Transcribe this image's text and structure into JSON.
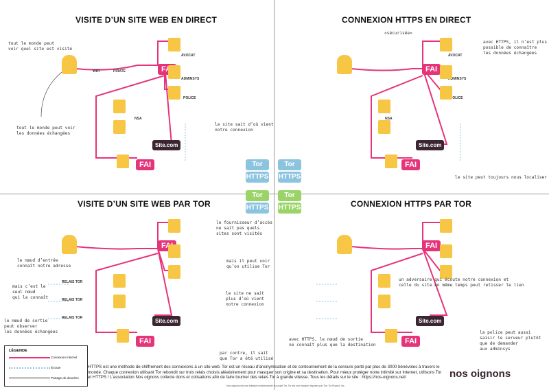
{
  "titles": {
    "q1": "VISITE D’UN SITE WEB EN DIRECT",
    "q2": "CONNEXION HTTPS EN DIRECT",
    "q3": "VISITE D’UN SITE WEB PAR TOR",
    "q4": "CONNEXION HTTPS PAR TOR"
  },
  "nodes": {
    "fai": "FAI",
    "site": "Site.com",
    "wifi": "WIFI",
    "pirate": "PIRATE",
    "avocat": "AVOCAT",
    "admin": "ADMINSYS",
    "police": "POLICE",
    "nsa": "NSA",
    "relais": "RELAIS TOR"
  },
  "badges": {
    "tor": "Tor",
    "https": "HTTPS"
  },
  "notes": {
    "q1_a": "tout le monde peut\nvoir quel site est visité",
    "q1_b": "tout le monde peut voir\nles données échangées",
    "q1_c": "le site sait d’où vient\nnotre connexion",
    "q2_a": "«sécurisée»",
    "q2_b": "avec HTTPS, il n’est plus\npossible de connaître\nles données échangées",
    "q2_c": "le site peut toujours nous localiser",
    "q3_a": "le fournisseur d’accès\nne sait pas quels\nsites sont visités",
    "q3_b": "mais il peut voir\nqu’on utilise Tor",
    "q3_c": "le nœud d’entrée\nconnaît notre adresse",
    "q3_d": "mais c’est le\nseul nœud\nqui la connaît",
    "q3_e": "le nœud de sortie\npeut observer\nles données échangées",
    "q3_f": "le site ne sait\nplus d’où vient\nnotre connexion",
    "q3_g": "par contre, il sait\nque Tor a été utilisé",
    "q4_a": "un adversaire qui écoute notre connexion et\ncelle du site en même temps peut retisser le lien",
    "q4_b": "avec HTTPS, le nœud de sortie\nne connaît plus que la destination",
    "q4_c": "la police peut aussi\nsaisir le serveur plutôt\nque de demander\naux adminsys"
  },
  "legend": {
    "title": "LÉGENDE",
    "internet": "Connexion Internet",
    "ecoute": "Écoute",
    "partage": "Partage de données"
  },
  "footer": {
    "text": "HTTPS est une méthode de chiffrement des connexions à un site web. Tor est un réseau d’anonymisation et de contournement de la censure porté par plus de 3000 bénévoles à travers le monde. Chaque connexion utilisant Tor rebondit sur trois relais choisis aléatoirement pour masquer son origine et sa destination. Pour mieux protéger notre intimité sur Internet, utilisons Tor et HTTPS ! L’association Nos oignons collecte dons et cotisations afin de faire tourner des relais Tor à grande vitesse. Tous les détails sur le site : https://nos-oignons.net/",
    "small": "Nos oignons est une initiative indépendante du projet Tor. Tor est une marque déposée par The Tor Project, Inc.",
    "logo": "nos oignons"
  },
  "colors": {
    "pink": "#e5347a",
    "blue": "#8cc4e0",
    "green": "#9ad468",
    "yellow": "#f7c644",
    "dark": "#3a2530"
  }
}
